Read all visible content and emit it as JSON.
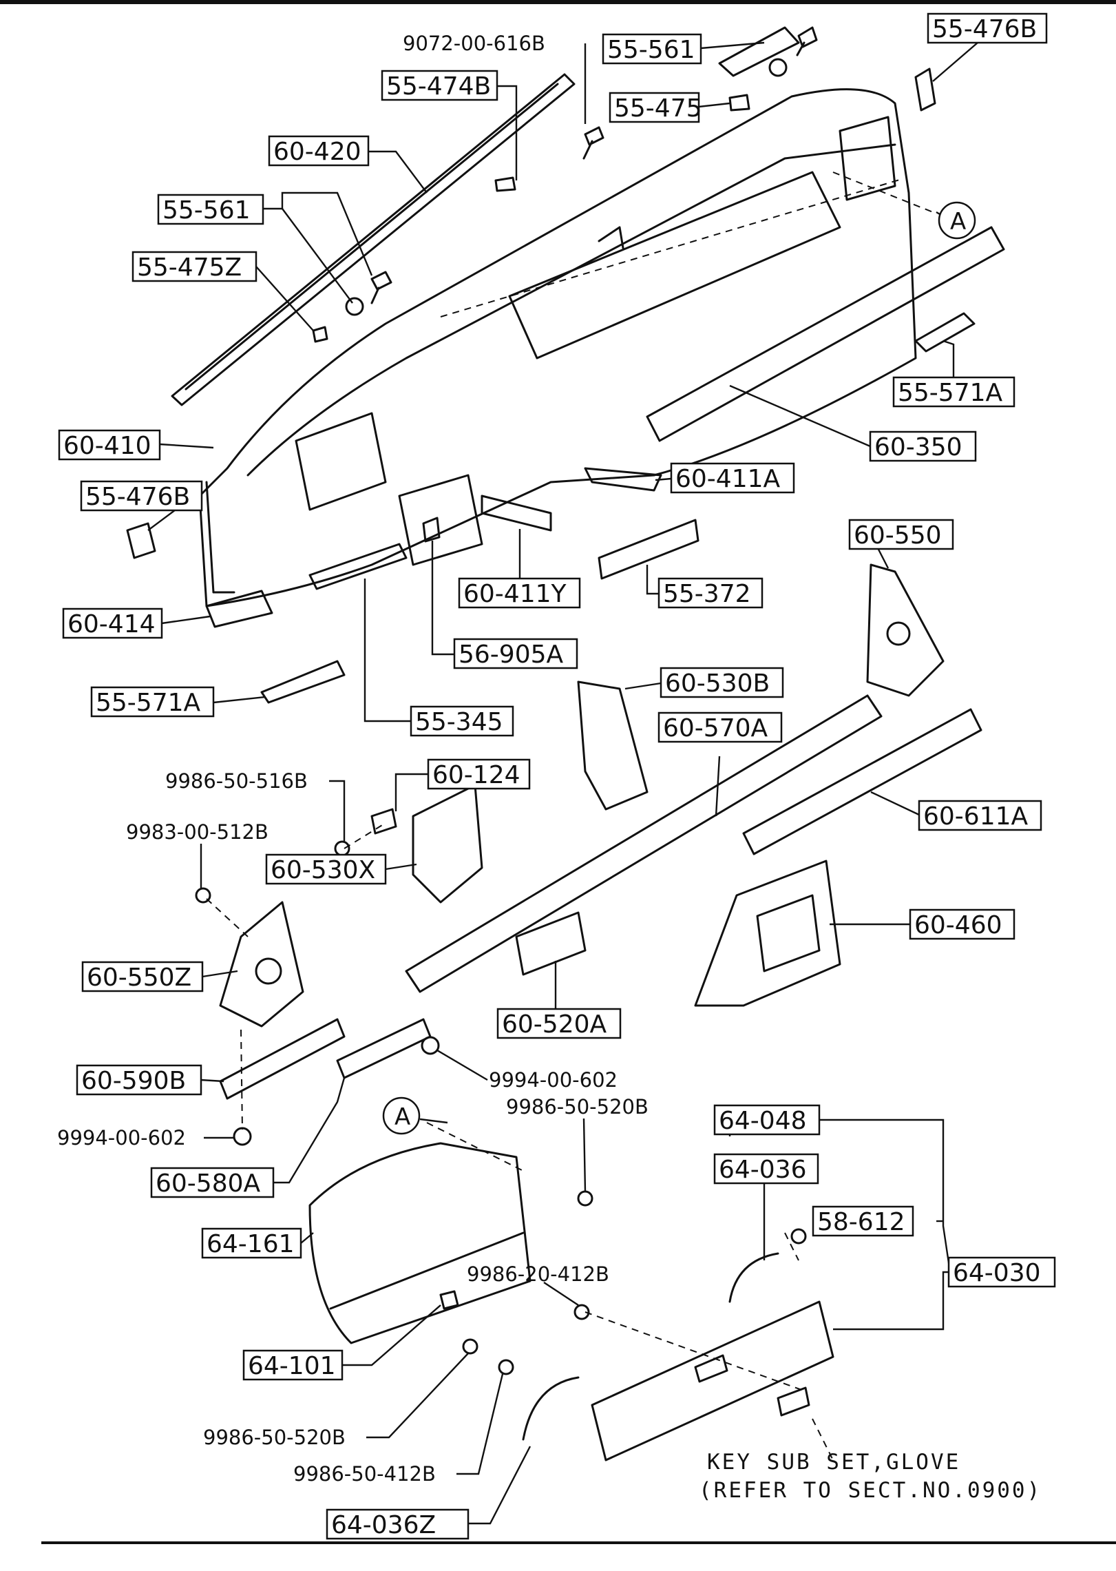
{
  "boxed_labels": {
    "b01": "55-561",
    "b02": "55-476B",
    "b03": "55-474B",
    "b04": "55-475",
    "b05": "60-420",
    "b06": "55-561",
    "b07": "55-475Z",
    "b08": "55-571A",
    "b09": "60-410",
    "b10": "60-350",
    "b11": "60-411A",
    "b12": "55-476B",
    "b13": "60-550",
    "b14": "60-411Y",
    "b15": "55-372",
    "b16": "60-414",
    "b17": "56-905A",
    "b18": "60-530B",
    "b19": "55-571A",
    "b20": "55-345",
    "b21": "60-570A",
    "b22": "60-124",
    "b23": "60-611A",
    "b24": "60-530X",
    "b25": "60-460",
    "b26": "60-550Z",
    "b27": "60-520A",
    "b28": "60-590B",
    "b29": "64-048",
    "b30": "64-036",
    "b31": "58-612",
    "b32": "60-580A",
    "b33": "64-161",
    "b34": "64-030",
    "b35": "64-101",
    "b36": "64-036Z"
  },
  "plain_labels": {
    "p01": "9072-00-616B",
    "p02": "9986-50-516B",
    "p03": "9983-00-512B",
    "p04": "9994-00-602",
    "p05": "9986-50-520B",
    "p06": "9994-00-602",
    "p07": "9986-20-412B",
    "p08": "9986-50-520B",
    "p09": "9986-50-412B"
  },
  "section_refs": {
    "top": "A",
    "bottom": "A"
  },
  "note": {
    "line1": "KEY SUB SET,GLOVE",
    "line2": "(REFER TO SECT.NO.0900)"
  }
}
